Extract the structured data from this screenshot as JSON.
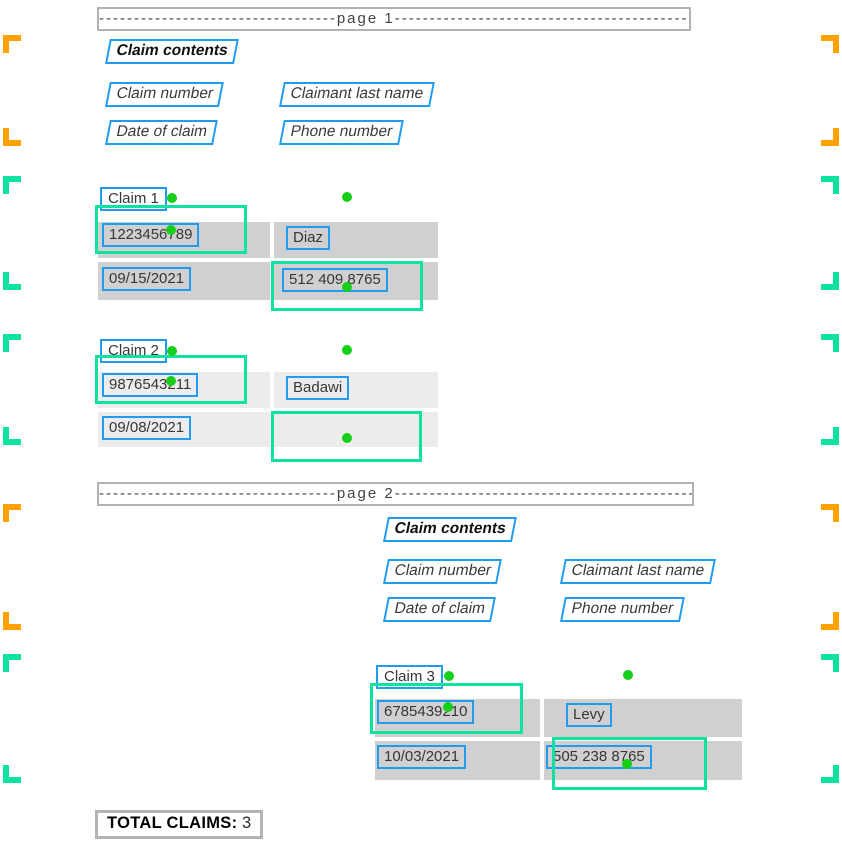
{
  "colors": {
    "highlight_box_blue": "#1e9cf0",
    "highlight_box_green": "#0ee2a0",
    "marker_dot_green": "#17cf17",
    "bracket_orange": "#ffa200",
    "bracket_green": "#0ee2a0",
    "table_cell_gray": "#d0d0d0",
    "table_cell_light_gray": "#ececec"
  },
  "pages": [
    {
      "divider": "----------------------------------page 1--------------------------------------------",
      "section_title": "Claim contents",
      "field_labels": [
        "Claim number",
        "Claimant last name",
        "Date of claim",
        "Phone number"
      ],
      "claims": [
        {
          "label": "Claim 1",
          "number": "1223456789",
          "last_name": "Diaz",
          "date": "09/15/2021",
          "phone": "512 409 8765"
        },
        {
          "label": "Claim 2",
          "number": "9876543211",
          "last_name": "Badawi",
          "date": "09/08/2021",
          "phone": ""
        }
      ]
    },
    {
      "divider": "----------------------------------page 2--------------------------------------------",
      "section_title": "Claim contents",
      "field_labels": [
        "Claim number",
        "Claimant last name",
        "Date of claim",
        "Phone number"
      ],
      "claims": [
        {
          "label": "Claim 3",
          "number": "6785439210",
          "last_name": "Levy",
          "date": "10/03/2021",
          "phone": "505 238 8765"
        }
      ]
    }
  ],
  "footer": {
    "label": "TOTAL CLAIMS:",
    "value": "3"
  }
}
